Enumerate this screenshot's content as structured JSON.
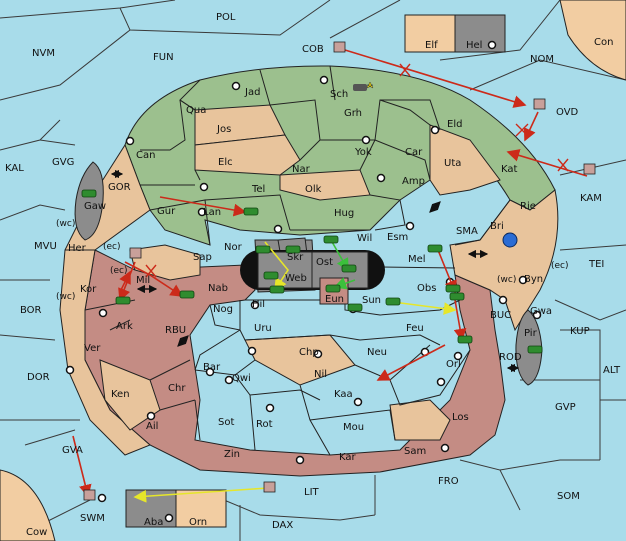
{
  "board": {
    "colors": {
      "sea": "#a8dcea",
      "north_power": "#9cc08e",
      "south_power": "#c48c84",
      "neutral": "#e8c49c",
      "impassable": "#8c8c8c",
      "order_move": "#cc2a1a",
      "order_support": "#e6e62a",
      "order_convoy": "#3cc03c"
    },
    "sea_regions": [
      {
        "id": "pol",
        "label": "POL"
      },
      {
        "id": "cob",
        "label": "COB"
      },
      {
        "id": "nvm",
        "label": "NVM"
      },
      {
        "id": "fun",
        "label": "FUN"
      },
      {
        "id": "nom",
        "label": "NOM"
      },
      {
        "id": "ovd",
        "label": "OVD"
      },
      {
        "id": "kal",
        "label": "KAL"
      },
      {
        "id": "gvg",
        "label": "GVG"
      },
      {
        "id": "gor",
        "label": "GOR"
      },
      {
        "id": "kam",
        "label": "KAM"
      },
      {
        "id": "sma",
        "label": "SMA"
      },
      {
        "id": "tei",
        "label": "TEI"
      },
      {
        "id": "mvu",
        "label": "MVU"
      },
      {
        "id": "bor",
        "label": "BOR"
      },
      {
        "id": "rbu",
        "label": "RBU"
      },
      {
        "id": "buc",
        "label": "BUC"
      },
      {
        "id": "kup",
        "label": "KUP"
      },
      {
        "id": "dor",
        "label": "DOR"
      },
      {
        "id": "alt",
        "label": "ALT"
      },
      {
        "id": "rod",
        "label": "ROD"
      },
      {
        "id": "gvp",
        "label": "GVP"
      },
      {
        "id": "gva",
        "label": "GVA"
      },
      {
        "id": "fro",
        "label": "FRO"
      },
      {
        "id": "lit",
        "label": "LIT"
      },
      {
        "id": "som",
        "label": "SOM"
      },
      {
        "id": "swm",
        "label": "SWM"
      },
      {
        "id": "dax",
        "label": "DAX"
      },
      {
        "id": "mil",
        "label": "Mil"
      }
    ],
    "land_regions": [
      {
        "id": "con",
        "label": "Con"
      },
      {
        "id": "elf",
        "label": "Elf"
      },
      {
        "id": "hel",
        "label": "Hel"
      },
      {
        "id": "cow",
        "label": "Cow"
      },
      {
        "id": "aba",
        "label": "Aba"
      },
      {
        "id": "orn",
        "label": "Orn"
      },
      {
        "id": "jad",
        "label": "Jad"
      },
      {
        "id": "sch",
        "label": "Sch"
      },
      {
        "id": "qua",
        "label": "Qua"
      },
      {
        "id": "jos",
        "label": "Jos"
      },
      {
        "id": "grh",
        "label": "Grh"
      },
      {
        "id": "eld",
        "label": "Eld"
      },
      {
        "id": "can",
        "label": "Can"
      },
      {
        "id": "yok",
        "label": "Yok"
      },
      {
        "id": "car",
        "label": "Car"
      },
      {
        "id": "uta",
        "label": "Uta"
      },
      {
        "id": "elc",
        "label": "Elc"
      },
      {
        "id": "nar",
        "label": "Nar"
      },
      {
        "id": "kat",
        "label": "Kat"
      },
      {
        "id": "amp",
        "label": "Amp"
      },
      {
        "id": "tel",
        "label": "Tel"
      },
      {
        "id": "olk",
        "label": "Olk"
      },
      {
        "id": "gaw",
        "label": "Gaw"
      },
      {
        "id": "gur",
        "label": "Gur"
      },
      {
        "id": "lan",
        "label": "Lan"
      },
      {
        "id": "hug",
        "label": "Hug"
      },
      {
        "id": "rie",
        "label": "Rie"
      },
      {
        "id": "bri",
        "label": "Bri"
      },
      {
        "id": "nor",
        "label": "Nor"
      },
      {
        "id": "skr",
        "label": "Skr"
      },
      {
        "id": "wil",
        "label": "Wil"
      },
      {
        "id": "esm",
        "label": "Esm"
      },
      {
        "id": "sap",
        "label": "Sap"
      },
      {
        "id": "her",
        "label": "Her"
      },
      {
        "id": "web",
        "label": "Web"
      },
      {
        "id": "ost",
        "label": "Ost"
      },
      {
        "id": "mel",
        "label": "Mel"
      },
      {
        "id": "byn",
        "label": "Byn"
      },
      {
        "id": "kor",
        "label": "Kor"
      },
      {
        "id": "nab",
        "label": "Nab"
      },
      {
        "id": "eun",
        "label": "Eun"
      },
      {
        "id": "obs",
        "label": "Obs"
      },
      {
        "id": "hil",
        "label": "Hil"
      },
      {
        "id": "sun",
        "label": "Sun"
      },
      {
        "id": "gwa",
        "label": "Gwa"
      },
      {
        "id": "ark",
        "label": "Ark"
      },
      {
        "id": "nog",
        "label": "Nog"
      },
      {
        "id": "uru",
        "label": "Uru"
      },
      {
        "id": "feu",
        "label": "Feu"
      },
      {
        "id": "pir",
        "label": "Pir"
      },
      {
        "id": "ver",
        "label": "Ver"
      },
      {
        "id": "chp",
        "label": "Chp"
      },
      {
        "id": "neu",
        "label": "Neu"
      },
      {
        "id": "orl",
        "label": "Orl"
      },
      {
        "id": "bar",
        "label": "Bar"
      },
      {
        "id": "qwi",
        "label": "Qwi"
      },
      {
        "id": "nil",
        "label": "Nil"
      },
      {
        "id": "ken",
        "label": "Ken"
      },
      {
        "id": "chr",
        "label": "Chr"
      },
      {
        "id": "kaa",
        "label": "Kaa"
      },
      {
        "id": "los",
        "label": "Los"
      },
      {
        "id": "ail",
        "label": "Ail"
      },
      {
        "id": "sot",
        "label": "Sot"
      },
      {
        "id": "rot",
        "label": "Rot"
      },
      {
        "id": "mou",
        "label": "Mou"
      },
      {
        "id": "zin",
        "label": "Zin"
      },
      {
        "id": "kar",
        "label": "Kar"
      },
      {
        "id": "sam",
        "label": "Sam"
      }
    ],
    "coast_markers": [
      {
        "id": "wc1",
        "label": "(wc)"
      },
      {
        "id": "ec1",
        "label": "(ec)"
      },
      {
        "id": "ec2",
        "label": "(ec)"
      },
      {
        "id": "wc2",
        "label": "(wc)"
      },
      {
        "id": "wc3",
        "label": "(wc)"
      },
      {
        "id": "ec3",
        "label": "(ec)"
      }
    ]
  }
}
